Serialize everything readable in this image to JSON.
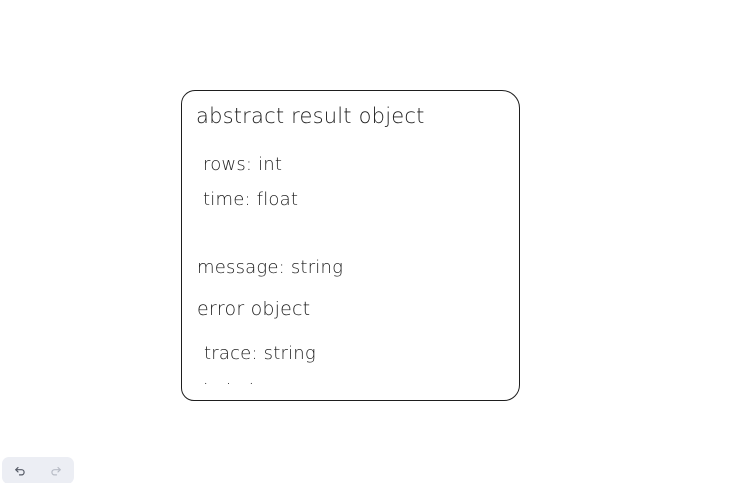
{
  "canvas": {
    "card": {
      "title": "abstract result object",
      "lines": {
        "rows": "rows: int",
        "time": "time: float",
        "message": "message: string",
        "error": "error object",
        "trace": "trace: string",
        "ellipsis": ". . ."
      }
    }
  },
  "toolbar": {
    "undo_icon": "undo-icon",
    "redo_icon": "redo-icon"
  },
  "colors": {
    "stroke": "#1e1e1e",
    "toolbar_bg": "#eceef4",
    "undo": "#555a66",
    "redo_disabled": "#b8bcc6"
  }
}
